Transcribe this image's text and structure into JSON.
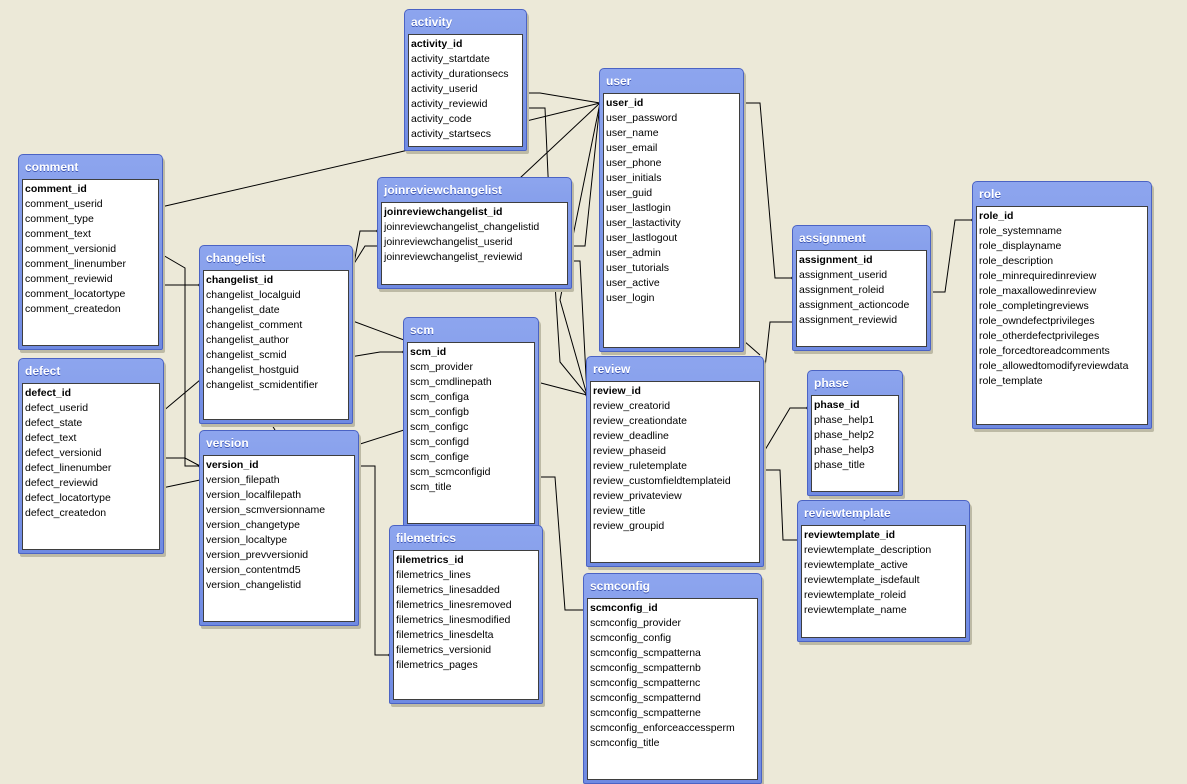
{
  "tables": [
    {
      "key": "activity",
      "name": "activity",
      "fields": [
        "activity_id",
        "activity_startdate",
        "activity_durationsecs",
        "activity_userid",
        "activity_reviewid",
        "activity_code",
        "activity_startsecs"
      ]
    },
    {
      "key": "user",
      "name": "user",
      "fields": [
        "user_id",
        "user_password",
        "user_name",
        "user_email",
        "user_phone",
        "user_initials",
        "user_guid",
        "user_lastlogin",
        "user_lastactivity",
        "user_lastlogout",
        "user_admin",
        "user_tutorials",
        "user_active",
        "user_login"
      ]
    },
    {
      "key": "comment",
      "name": "comment",
      "fields": [
        "comment_id",
        "comment_userid",
        "comment_type",
        "comment_text",
        "comment_versionid",
        "comment_linenumber",
        "comment_reviewid",
        "comment_locatortype",
        "comment_createdon"
      ]
    },
    {
      "key": "joinreviewchangelist",
      "name": "joinreviewchangelist",
      "fields": [
        "joinreviewchangelist_id",
        "joinreviewchangelist_changelistid",
        "joinreviewchangelist_userid",
        "joinreviewchangelist_reviewid"
      ]
    },
    {
      "key": "role",
      "name": "role",
      "fields": [
        "role_id",
        "role_systemname",
        "role_displayname",
        "role_description",
        "role_minrequiredinreview",
        "role_maxallowedinreview",
        "role_completingreviews",
        "role_owndefectprivileges",
        "role_otherdefectprivileges",
        "role_forcedtoreadcomments",
        "role_allowedtomodifyreviewdata",
        "role_template"
      ]
    },
    {
      "key": "assignment",
      "name": "assignment",
      "fields": [
        "assignment_id",
        "assignment_userid",
        "assignment_roleid",
        "assignment_actioncode",
        "assignment_reviewid"
      ]
    },
    {
      "key": "changelist",
      "name": "changelist",
      "fields": [
        "changelist_id",
        "changelist_localguid",
        "changelist_date",
        "changelist_comment",
        "changelist_author",
        "changelist_scmid",
        "changelist_hostguid",
        "changelist_scmidentifier"
      ]
    },
    {
      "key": "scm",
      "name": "scm",
      "fields": [
        "scm_id",
        "scm_provider",
        "scm_cmdlinepath",
        "scm_configa",
        "scm_configb",
        "scm_configc",
        "scm_configd",
        "scm_confige",
        "scm_scmconfigid",
        "scm_title"
      ]
    },
    {
      "key": "review",
      "name": "review",
      "fields": [
        "review_id",
        "review_creatorid",
        "review_creationdate",
        "review_deadline",
        "review_phaseid",
        "review_ruletemplate",
        "review_customfieldtemplateid",
        "review_privateview",
        "review_title",
        "review_groupid"
      ]
    },
    {
      "key": "defect",
      "name": "defect",
      "fields": [
        "defect_id",
        "defect_userid",
        "defect_state",
        "defect_text",
        "defect_versionid",
        "defect_linenumber",
        "defect_reviewid",
        "defect_locatortype",
        "defect_createdon"
      ]
    },
    {
      "key": "phase",
      "name": "phase",
      "fields": [
        "phase_id",
        "phase_help1",
        "phase_help2",
        "phase_help3",
        "phase_title"
      ]
    },
    {
      "key": "version",
      "name": "version",
      "fields": [
        "version_id",
        "version_filepath",
        "version_localfilepath",
        "version_scmversionname",
        "version_changetype",
        "version_localtype",
        "version_prevversionid",
        "version_contentmd5",
        "version_changelistid"
      ]
    },
    {
      "key": "reviewtemplate",
      "name": "reviewtemplate",
      "fields": [
        "reviewtemplate_id",
        "reviewtemplate_description",
        "reviewtemplate_active",
        "reviewtemplate_isdefault",
        "reviewtemplate_roleid",
        "reviewtemplate_name"
      ]
    },
    {
      "key": "filemetrics",
      "name": "filemetrics",
      "fields": [
        "filemetrics_id",
        "filemetrics_lines",
        "filemetrics_linesadded",
        "filemetrics_linesremoved",
        "filemetrics_linesmodified",
        "filemetrics_linesdelta",
        "filemetrics_versionid",
        "filemetrics_pages"
      ]
    },
    {
      "key": "scmconfig",
      "name": "scmconfig",
      "fields": [
        "scmconfig_id",
        "scmconfig_provider",
        "scmconfig_config",
        "scmconfig_scmpatterna",
        "scmconfig_scmpatternb",
        "scmconfig_scmpatternc",
        "scmconfig_scmpatternd",
        "scmconfig_scmpatterne",
        "scmconfig_enforceaccessperm",
        "scmconfig_title"
      ]
    }
  ],
  "colors": {
    "background": "#ece9d8",
    "title_bar": "#7a93e6",
    "line": "#000000"
  }
}
